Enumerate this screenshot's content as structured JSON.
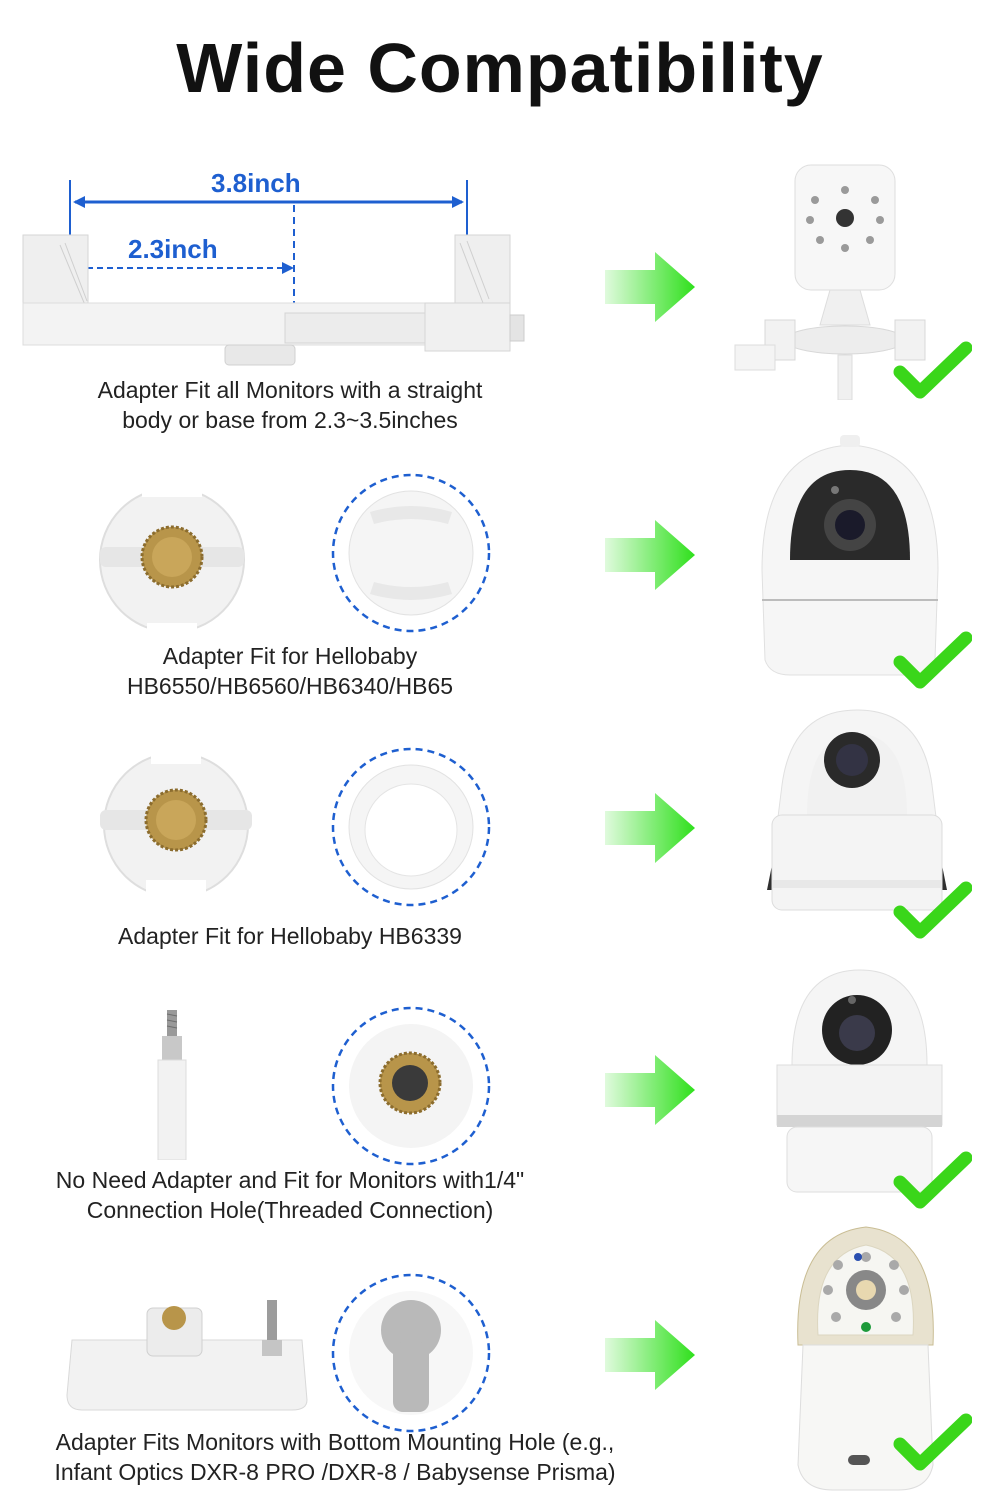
{
  "title": "Wide Compatibility",
  "dimensions": {
    "outer": "3.8inch",
    "inner": "2.3inch"
  },
  "rows": [
    {
      "caption_line1": "Adapter Fit all Monitors with a straight",
      "caption_line2": "body or base from 2.3~3.5inches"
    },
    {
      "caption_line1": "Adapter Fit for Hellobaby",
      "caption_line2": "HB6550/HB6560/HB6340/HB65"
    },
    {
      "caption_line1": "Adapter Fit for Hellobaby HB6339",
      "caption_line2": ""
    },
    {
      "caption_line1": "No Need Adapter and Fit for Monitors with1/4\"",
      "caption_line2": "Connection Hole(Threaded Connection)"
    },
    {
      "caption_line1": "Adapter Fits Monitors with Bottom Mounting Hole (e.g.,",
      "caption_line2": "Infant Optics DXR-8 PRO /DXR-8 / Babysense Prisma)"
    }
  ],
  "colors": {
    "accent_blue": "#1e5fd0",
    "arrow_green": "#2fe01c",
    "check_green": "#3ad61a",
    "brass": "#b8954a"
  }
}
